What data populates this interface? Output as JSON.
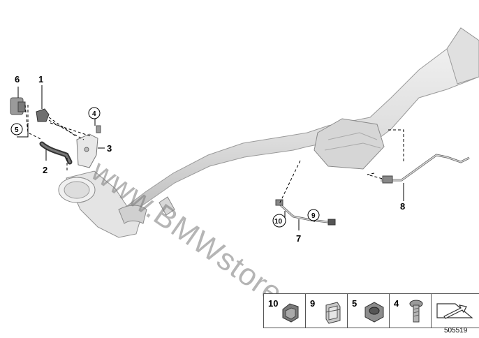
{
  "callouts": {
    "p1": "1",
    "p2": "2",
    "p3": "3",
    "p4": "4",
    "p5": "5",
    "p6": "6",
    "p7": "7",
    "p8": "8",
    "p9": "9",
    "p10": "10"
  },
  "watermark": "www.BMWstore.pl",
  "legend": {
    "items": [
      {
        "number": "10",
        "icon": "clip-icon"
      },
      {
        "number": "9",
        "icon": "spring-clip-icon"
      },
      {
        "number": "5",
        "icon": "hex-nut-icon"
      },
      {
        "number": "4",
        "icon": "screw-icon"
      },
      {
        "number": "",
        "icon": "direction-arrow-icon"
      }
    ]
  },
  "diagram_id": "505519",
  "colors": {
    "pipe_fill": "#e6e6e6",
    "pipe_stroke": "#9a9a9a",
    "line": "#000000",
    "watermark": "#888888"
  }
}
